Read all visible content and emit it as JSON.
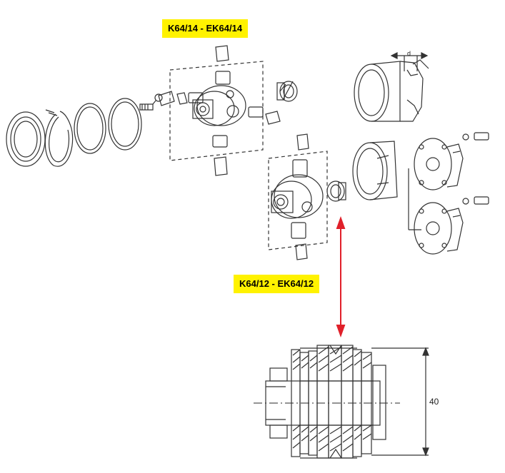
{
  "labels": {
    "top_model": "K64/14 - EK64/14",
    "bottom_model": "K64/12 - EK64/12",
    "dimension_height": "40",
    "dimension_d": "d"
  },
  "colors": {
    "label_highlight": "#fff200",
    "arrow": "#e0202a",
    "line": "#333333"
  },
  "icons": {
    "arrow": "double-headed-arrow-icon"
  }
}
